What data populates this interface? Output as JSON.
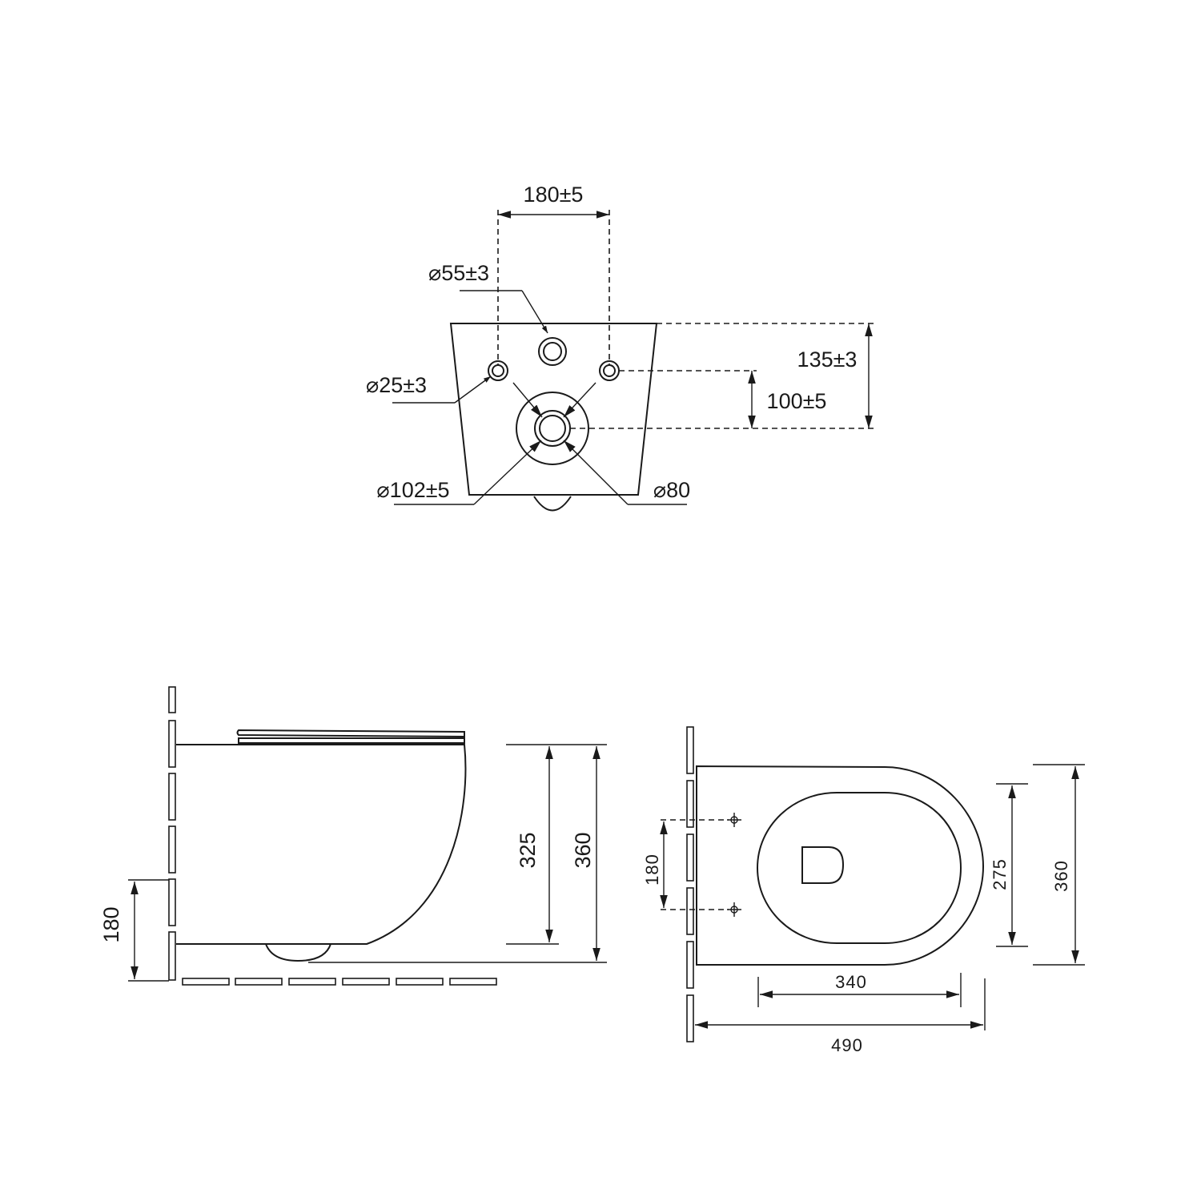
{
  "rear_view": {
    "bolt_spacing": "180±5",
    "inlet_diameter": "⌀55±3",
    "bolt_hole_diameter": "⌀25±3",
    "height_135": "135±3",
    "height_100": "100±5",
    "outlet_outer_diameter": "⌀102±5",
    "outlet_inner_diameter": "⌀80"
  },
  "side_view": {
    "bowl_height": "325",
    "total_height": "360",
    "mount_height": "180"
  },
  "top_view": {
    "bolt_spacing": "180",
    "inner_width": "275",
    "outer_width": "360",
    "inner_length": "340",
    "total_length": "490"
  }
}
